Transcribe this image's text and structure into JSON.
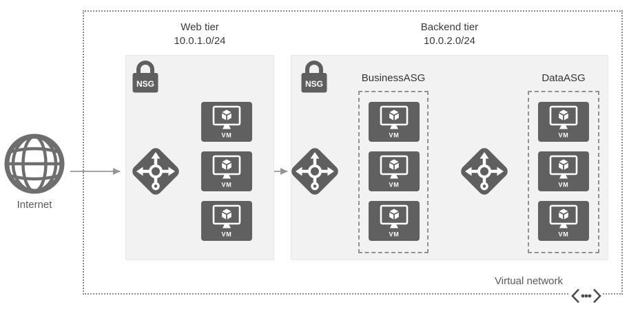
{
  "labels": {
    "internet": "Internet",
    "virtual_network": "Virtual network",
    "vm": "VM",
    "nsg": "NSG"
  },
  "web_tier": {
    "title": "Web tier",
    "subnet": "10.0.1.0/24",
    "vm_count": 3
  },
  "backend_tier": {
    "title": "Backend tier",
    "subnet": "10.0.2.0/24",
    "asgs": [
      {
        "name": "BusinessASG",
        "vm_count": 3
      },
      {
        "name": "DataASG",
        "vm_count": 3
      }
    ]
  },
  "icons": {
    "internet": "globe-icon",
    "nsg": "lock-icon",
    "load_balancer": "load-balancer-icon",
    "vm": "vm-monitor-icon",
    "virtual_network": "angle-brackets-dots-icon"
  },
  "colors": {
    "icon_gray": "#5f5f5f",
    "vm_bg": "#606060",
    "tier_bg": "#f2f2f2",
    "arrow": "#a3a3a3",
    "arrowhead": "#969696",
    "dotted_border": "#8a8a8a",
    "dashed_border": "#909090",
    "title_text": "#3b3b3b",
    "muted_text": "#595959"
  }
}
